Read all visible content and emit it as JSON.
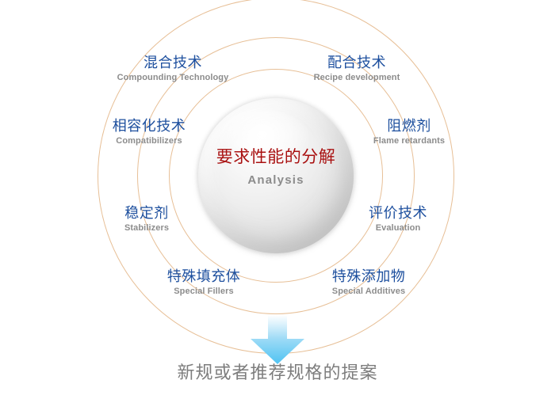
{
  "center": {
    "title_cn": "要求性能的分解",
    "title_en": "Analysis",
    "title_color": "#a91111",
    "subtitle_color": "#8c8c8c"
  },
  "nodes": [
    {
      "cn": "混合技术",
      "en": "Compounding Technology"
    },
    {
      "cn": "配合技术",
      "en": "Recipe development"
    },
    {
      "cn": "相容化技术",
      "en": "Compatibilizers"
    },
    {
      "cn": "阻燃剂",
      "en": "Flame retardants"
    },
    {
      "cn": "稳定剂",
      "en": "Stabilizers"
    },
    {
      "cn": "评价技术",
      "en": "Evaluation"
    },
    {
      "cn": "特殊填充体",
      "en": "Special Fillers"
    },
    {
      "cn": "特殊添加物",
      "en": "Special Additives"
    }
  ],
  "arrow": {
    "icon": "arrow-down-icon",
    "color_top": "#ffffff",
    "color_bottom": "#4fc3f2"
  },
  "bottom": {
    "caption": "新规或者推荐规格的提案",
    "color": "#7d7d7d"
  },
  "rings": {
    "color": "#e7bf96",
    "count": 3
  }
}
